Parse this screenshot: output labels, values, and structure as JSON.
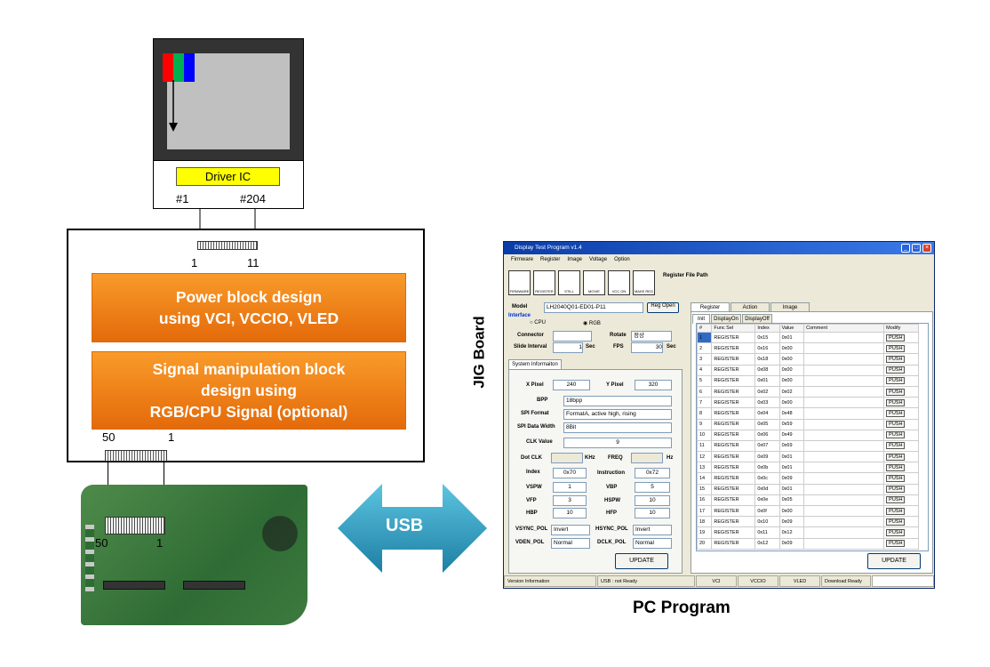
{
  "panel": {
    "driver_ic": "Driver IC",
    "pin_first": "#1",
    "pin_last": "#204"
  },
  "jig": {
    "connector_top_left": "1",
    "connector_top_right": "11",
    "power_block": "Power block design\nusing VCI, VCCIO, VLED",
    "signal_block": "Signal manipulation block\ndesign using\nRGB/CPU Signal (optional)",
    "connector_bottom_left": "50",
    "connector_bottom_right": "1",
    "label": "JIG Board"
  },
  "pcb": {
    "connector_left": "50",
    "connector_right": "1"
  },
  "usb_label": "USB",
  "pc_label": "PC Program",
  "colors": {
    "orange_top": "#f99b2a",
    "orange_bottom": "#e46a0a",
    "usb_arrow": "#2a9fc0",
    "driver_ic": "#ffff00"
  },
  "window": {
    "title": "Display  Test Program v1.4",
    "menu": [
      "Firmware",
      "Register",
      "Image",
      "Voltage",
      "Option"
    ],
    "toolbar": [
      "FIRMWARE",
      "REGISTER",
      "STILL",
      "MOVIE",
      "VCC ON",
      "MAKE REG"
    ],
    "register_file_path": "Register File Path",
    "model_label": "Model",
    "model_value": "LH2040Q01-ED01-P11",
    "reg_open": "Reg Open",
    "interface_label": "Interface",
    "iface_cpu": "CPU",
    "iface_rgb": "RGB",
    "connector_label": "Connector",
    "rotate_label": "Rotate",
    "rotate_value": "정상",
    "slide_label": "Slide Interval",
    "slide_value": "1",
    "slide_unit": "Sec",
    "fps_label": "FPS",
    "fps_value": "30",
    "fps_unit": "Sec",
    "sysinfo_tab": "System Informaiton",
    "x_pixel_label": "X Pixel",
    "x_pixel": "240",
    "y_pixel_label": "Y Pixel",
    "y_pixel": "320",
    "bpp_label": "BPP",
    "bpp": "18bpp",
    "spi_format_label": "SPI Format",
    "spi_format": "FormatA, active high, rising",
    "spi_width_label": "SPI Data Width",
    "spi_width": "8Bit",
    "clk_label": "CLK Value",
    "clk_value": "9",
    "dot_clk_label": "Dot CLK",
    "khz": "KHz",
    "freq_label": "FREQ",
    "hz": "Hz",
    "index_label": "Index",
    "index_value": "0x70",
    "instruction_label": "Instruction",
    "instruction_value": "0x72",
    "vspw_label": "VSPW",
    "vspw": "1",
    "vbp_label": "VBP",
    "vbp": "5",
    "vfp_label": "VFP",
    "vfp": "3",
    "hspw_label": "HSPW",
    "hspw": "10",
    "hbp_label": "HBP",
    "hbp": "10",
    "hfp_label": "HFP",
    "hfp": "10",
    "vsync_label": "VSYNC_POL",
    "vsync": "Invert",
    "hsync_label": "HSYNC_POL",
    "hsync": "Invert",
    "vden_label": "VDEN_POL",
    "vden": "Normal",
    "dclk_label": "DCLK_POL",
    "dclk": "Normal",
    "update": "UPDATE",
    "right_tabs": [
      "Register",
      "Action",
      "Image"
    ],
    "sub_tabs": [
      "Init",
      "DisplayOn",
      "DisplayOff"
    ],
    "columns": [
      "#",
      "Func Sel",
      "Index",
      "Value",
      "Comment",
      "Modify"
    ],
    "rows": [
      [
        "1",
        "REGISTER",
        "0x15",
        "0x01",
        "",
        "PUSH"
      ],
      [
        "2",
        "REGISTER",
        "0x16",
        "0x00",
        "",
        "PUSH"
      ],
      [
        "3",
        "REGISTER",
        "0x18",
        "0x00",
        "",
        "PUSH"
      ],
      [
        "4",
        "REGISTER",
        "0x08",
        "0x00",
        "",
        "PUSH"
      ],
      [
        "5",
        "REGISTER",
        "0x01",
        "0x00",
        "",
        "PUSH"
      ],
      [
        "6",
        "REGISTER",
        "0x02",
        "0x02",
        "",
        "PUSH"
      ],
      [
        "7",
        "REGISTER",
        "0x03",
        "0x00",
        "",
        "PUSH"
      ],
      [
        "8",
        "REGISTER",
        "0x04",
        "0x48",
        "",
        "PUSH"
      ],
      [
        "9",
        "REGISTER",
        "0x05",
        "0x59",
        "",
        "PUSH"
      ],
      [
        "10",
        "REGISTER",
        "0x06",
        "0x49",
        "",
        "PUSH"
      ],
      [
        "11",
        "REGISTER",
        "0x07",
        "0x69",
        "",
        "PUSH"
      ],
      [
        "12",
        "REGISTER",
        "0x09",
        "0x01",
        "",
        "PUSH"
      ],
      [
        "13",
        "REGISTER",
        "0x0b",
        "0x01",
        "",
        "PUSH"
      ],
      [
        "14",
        "REGISTER",
        "0x0c",
        "0x09",
        "",
        "PUSH"
      ],
      [
        "15",
        "REGISTER",
        "0x0d",
        "0x01",
        "",
        "PUSH"
      ],
      [
        "16",
        "REGISTER",
        "0x0e",
        "0x05",
        "",
        "PUSH"
      ],
      [
        "17",
        "REGISTER",
        "0x0f",
        "0x00",
        "",
        "PUSH"
      ],
      [
        "18",
        "REGISTER",
        "0x10",
        "0x09",
        "",
        "PUSH"
      ],
      [
        "19",
        "REGISTER",
        "0x11",
        "0x12",
        "",
        "PUSH"
      ],
      [
        "20",
        "REGISTER",
        "0x12",
        "0x09",
        "",
        "PUSH"
      ]
    ],
    "status": [
      "Version Information",
      "USB : not Ready",
      "VCI",
      "VCCIO",
      "VLED",
      "Download Ready",
      ""
    ]
  }
}
